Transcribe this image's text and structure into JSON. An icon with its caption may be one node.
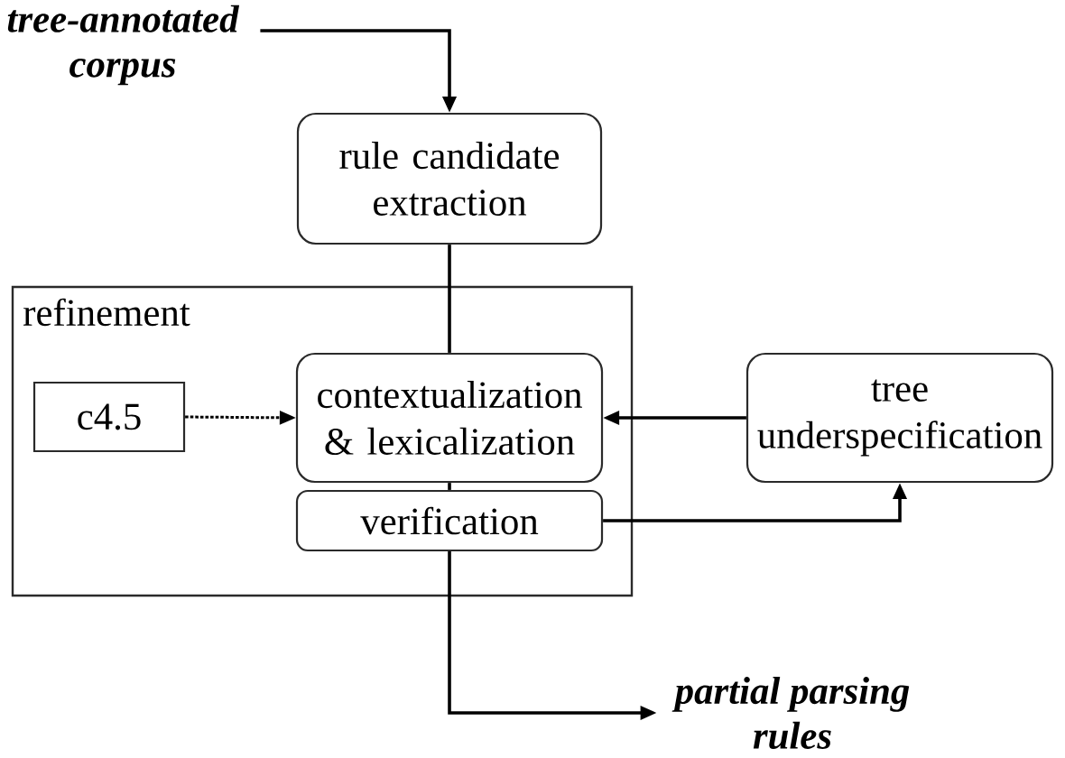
{
  "diagram": {
    "nodes": [
      {
        "text": [
          "tree-annotated corpus"
        ]
      },
      {
        "text": [
          "rule candidate extraction"
        ]
      },
      {
        "text": [
          "refinement"
        ]
      },
      {
        "text": [
          "c4.5"
        ],
        "in": 2
      },
      {
        "text": [
          "contextualization & lexicalization"
        ],
        "in": 2
      },
      {
        "text": [
          "verification"
        ],
        "in": 2
      },
      {
        "text": [
          "tree underspecification"
        ]
      },
      {
        "text": [
          "partial parsing rules"
        ]
      }
    ],
    "edges": [
      {
        "from": 0,
        "to": 1,
        "arrow": "to"
      },
      {
        "from": 1,
        "to": 4,
        "arrow": "none"
      },
      {
        "from": 3,
        "to": 4,
        "arrow": "to",
        "style": "dashed"
      },
      {
        "from": 6,
        "to": 4,
        "arrow": "to"
      },
      {
        "from": 4,
        "to": 5,
        "arrow": "none"
      },
      {
        "from": 5,
        "to": 6,
        "arrow": "to"
      },
      {
        "from": 5,
        "to": 7,
        "arrow": "to"
      }
    ]
  }
}
